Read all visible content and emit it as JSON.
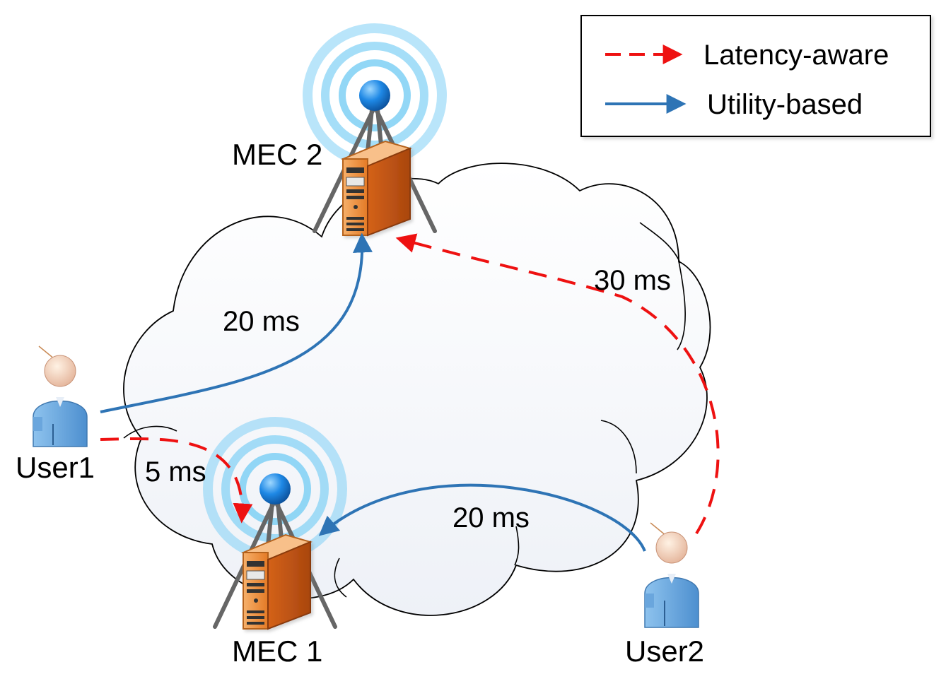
{
  "nodes": {
    "mec2": {
      "label": "MEC 2"
    },
    "mec1": {
      "label": "MEC 1"
    },
    "user1": {
      "label": "User1"
    },
    "user2": {
      "label": "User2"
    }
  },
  "links": {
    "user1_mec2": {
      "latency": "20 ms",
      "kind": "utility"
    },
    "user1_mec1": {
      "latency": "5 ms",
      "kind": "latency"
    },
    "user2_mec2": {
      "latency": "30 ms",
      "kind": "latency"
    },
    "user2_mec1": {
      "latency": "20 ms",
      "kind": "utility"
    }
  },
  "legend": {
    "latency_aware": "Latency-aware",
    "utility_based": "Utility-based"
  },
  "colors": {
    "latency_aware": "#ee1111",
    "utility_based": "#2e74b5",
    "server_orange": "#e2731f",
    "signal_blue": "#7fd0f5"
  }
}
